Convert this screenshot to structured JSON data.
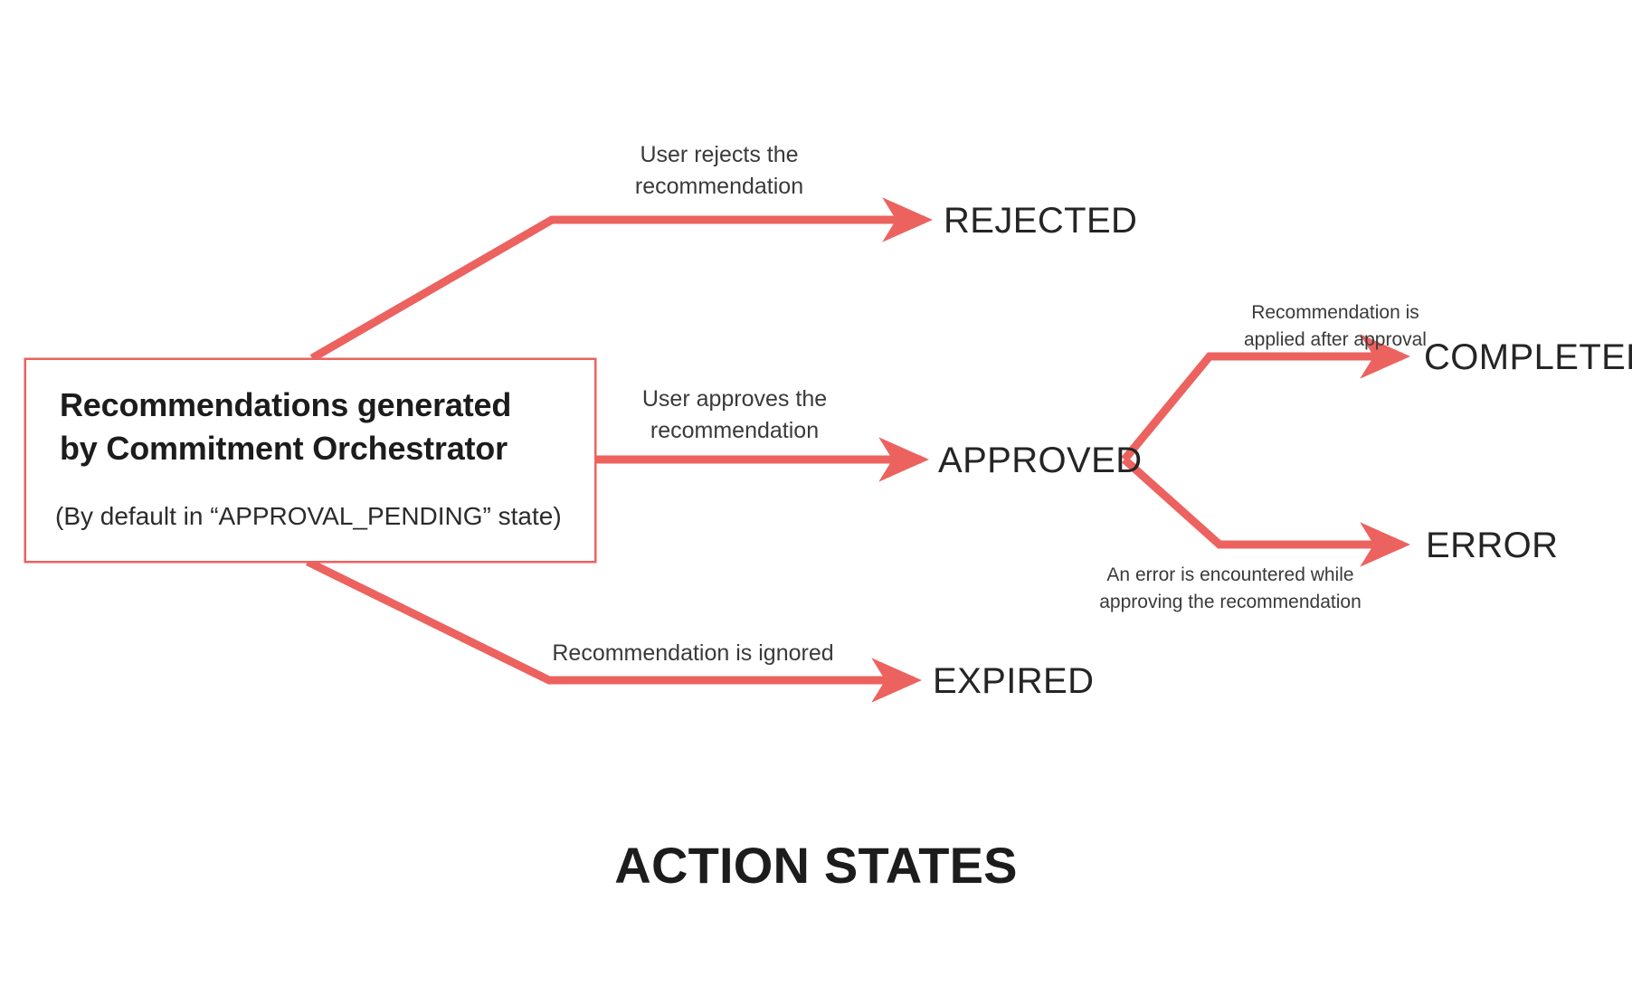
{
  "diagram": {
    "title": "ACTION STATES",
    "accent_color": "#EC625F",
    "text_color": "#252525",
    "background": "#FFFFFF",
    "source_node": {
      "title_line_1": "Recommendations generated",
      "title_line_2": "by Commitment Orchestrator",
      "subtitle": "(By default in “APPROVAL_PENDING” state)",
      "border_color": "#EC625F"
    },
    "states": [
      {
        "id": "rejected",
        "label": "REJECTED"
      },
      {
        "id": "approved",
        "label": "APPROVED"
      },
      {
        "id": "expired",
        "label": "EXPIRED"
      },
      {
        "id": "completed",
        "label": "COMPLETED"
      },
      {
        "id": "error",
        "label": "ERROR"
      }
    ],
    "transitions": [
      {
        "id": "to-rejected",
        "from": "source",
        "to": "rejected",
        "label_line_1": "User rejects the",
        "label_line_2": "recommendation"
      },
      {
        "id": "to-approved",
        "from": "source",
        "to": "approved",
        "label_line_1": "User approves the",
        "label_line_2": "recommendation"
      },
      {
        "id": "to-expired",
        "from": "source",
        "to": "expired",
        "label_line_1": "Recommendation is ignored",
        "label_line_2": ""
      },
      {
        "id": "to-completed",
        "from": "approved",
        "to": "completed",
        "label_line_1": "Recommendation is",
        "label_line_2": "applied after approval"
      },
      {
        "id": "to-error",
        "from": "approved",
        "to": "error",
        "label_line_1": "An error is encountered while",
        "label_line_2": "approving the recommendation"
      }
    ]
  }
}
